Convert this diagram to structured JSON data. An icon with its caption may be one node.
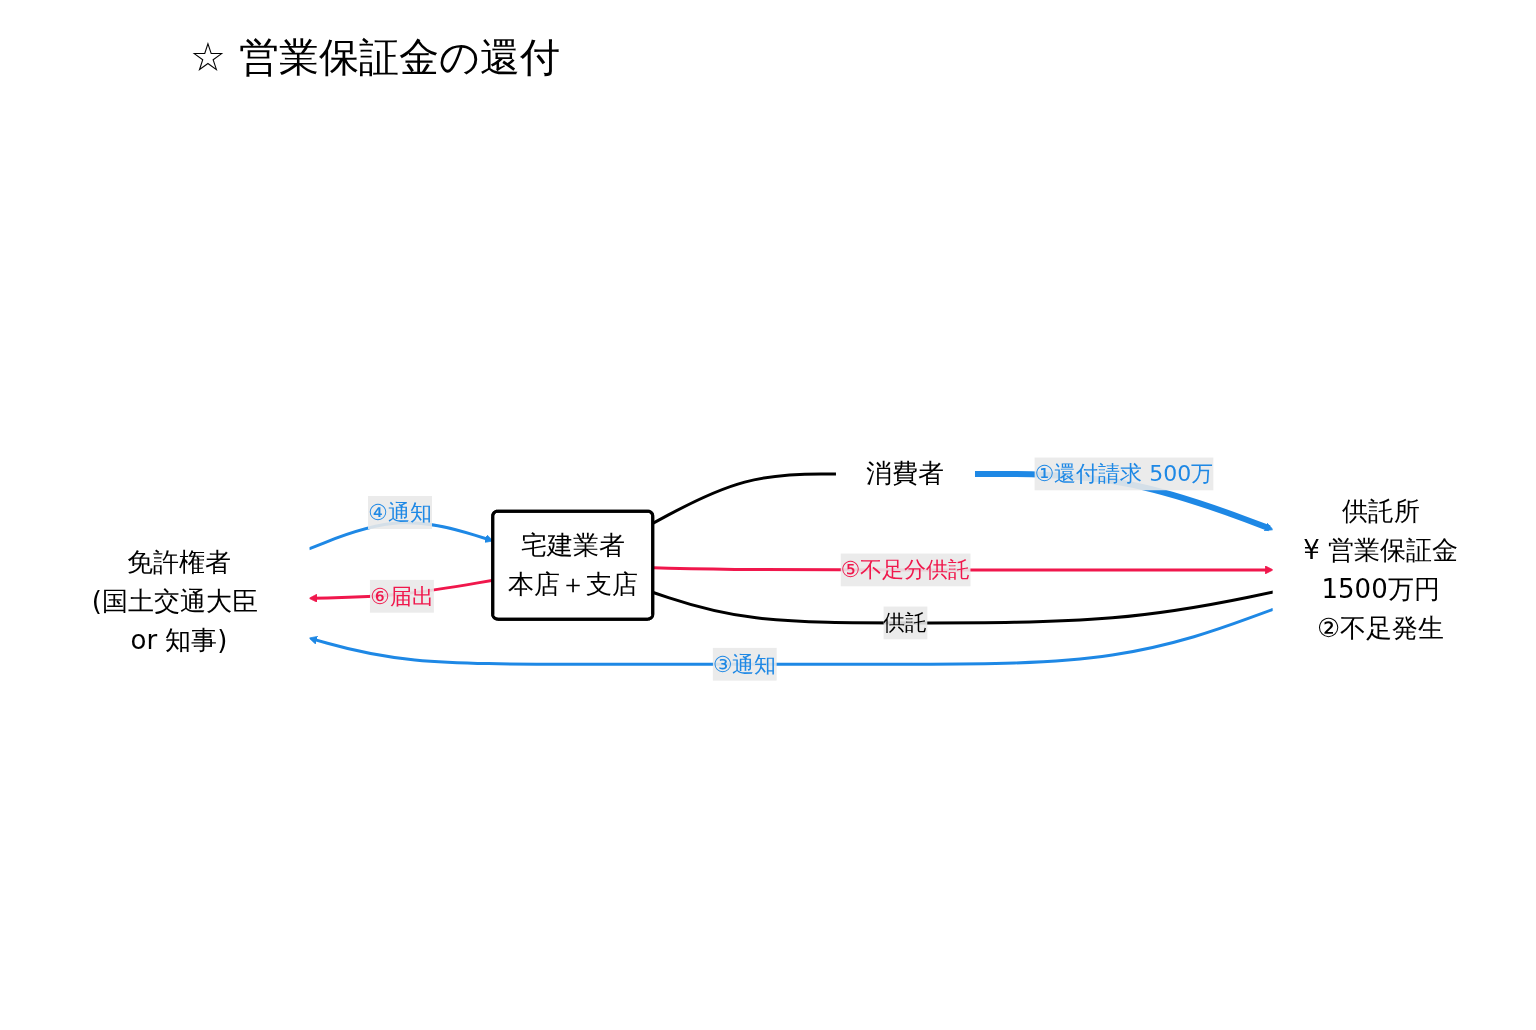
{
  "diagram": {
    "title": "☆ 営業保証金の還付",
    "nodes": [
      {
        "text": [
          "免許権者",
          "(国土交通大臣 or 知事)"
        ]
      },
      {
        "text": [
          "宅建業者",
          "本店＋支店"
        ]
      },
      {
        "text": [
          "供託所",
          "¥ 営業保証金",
          "1500万円",
          "②不足発生"
        ]
      },
      {
        "text": [
          "消費者"
        ]
      }
    ],
    "edges": [
      {
        "from": 3,
        "to": 2,
        "arrow": "to",
        "label": "①還付請求 500万",
        "style": "thick",
        "color": "#1e88e5"
      },
      {
        "from": 2,
        "to": 0,
        "arrow": "to",
        "label": "③通知",
        "color": "#1e88e5"
      },
      {
        "from": 0,
        "to": 1,
        "arrow": "to",
        "label": "④通知",
        "color": "#1e88e5"
      },
      {
        "from": 1,
        "to": 2,
        "arrow": "to",
        "label": "⑤不足分供託",
        "color": "#f0174c"
      },
      {
        "from": 1,
        "to": 0,
        "arrow": "to",
        "label": "⑥届出",
        "color": "#f0174c"
      },
      {
        "from": 1,
        "to": 2,
        "arrow": "none",
        "label": "供託",
        "color": "#000000"
      },
      {
        "from": 1,
        "to": 3,
        "arrow": "none",
        "color": "#000000"
      }
    ]
  }
}
